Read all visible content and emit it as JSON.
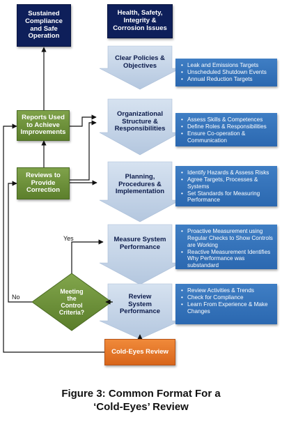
{
  "top_left_box": "Sustained\nCompliance\nand Safe\nOperation",
  "top_input_box": "Health, Safety,\nIntegrity &\nCorrosion Issues",
  "steps": [
    {
      "label": "Clear Policies &\nObjectives",
      "bullets": [
        "Leak and Emissions Targets",
        "Unscheduled Shutdown Events",
        "Annual Reduction Targets"
      ]
    },
    {
      "label": "Organizational\nStructure &\nResponsibilities",
      "bullets": [
        "Assess Skills & Competences",
        "Define Roles & Responsibilities",
        "Ensure Co-operation & Communication"
      ]
    },
    {
      "label": "Planning,\nProcedures &\nImplementation",
      "bullets": [
        "Identify Hazards & Assess Risks",
        "Agree Targets, Processes & Systems",
        "Set Standards for Measuring Performance"
      ]
    },
    {
      "label": "Measure System\nPerformance",
      "bullets": [
        "Proactive Measurement using Regular Checks to Show Controls are Working",
        "Reactive Measurement Identifies Why Performance was substandard"
      ]
    },
    {
      "label": "Review\nSystem\nPerformance",
      "bullets": [
        "Review Activities & Trends",
        "Check for Compliance",
        "Learn From Experience & Make Changes"
      ]
    }
  ],
  "reports_box": "Reports Used\nto Achieve\nImprovements",
  "reviews_box": "Reviews to\nProvide\nCorrection",
  "decision": "Meeting\nthe\nControl\nCriteria?",
  "yes_label": "Yes",
  "no_label": "No",
  "cold_eyes_box": "Cold-Eyes Review",
  "caption": "Figure 3: Common Format For a\n‘Cold-Eyes’ Review",
  "colors": {
    "navy": "#0e1f5a",
    "blue_panel": "#2f6db5",
    "green": "#6b8f3a",
    "orange": "#e3752a",
    "light_blue": "#c7d6ea",
    "arrow": "#111111"
  }
}
